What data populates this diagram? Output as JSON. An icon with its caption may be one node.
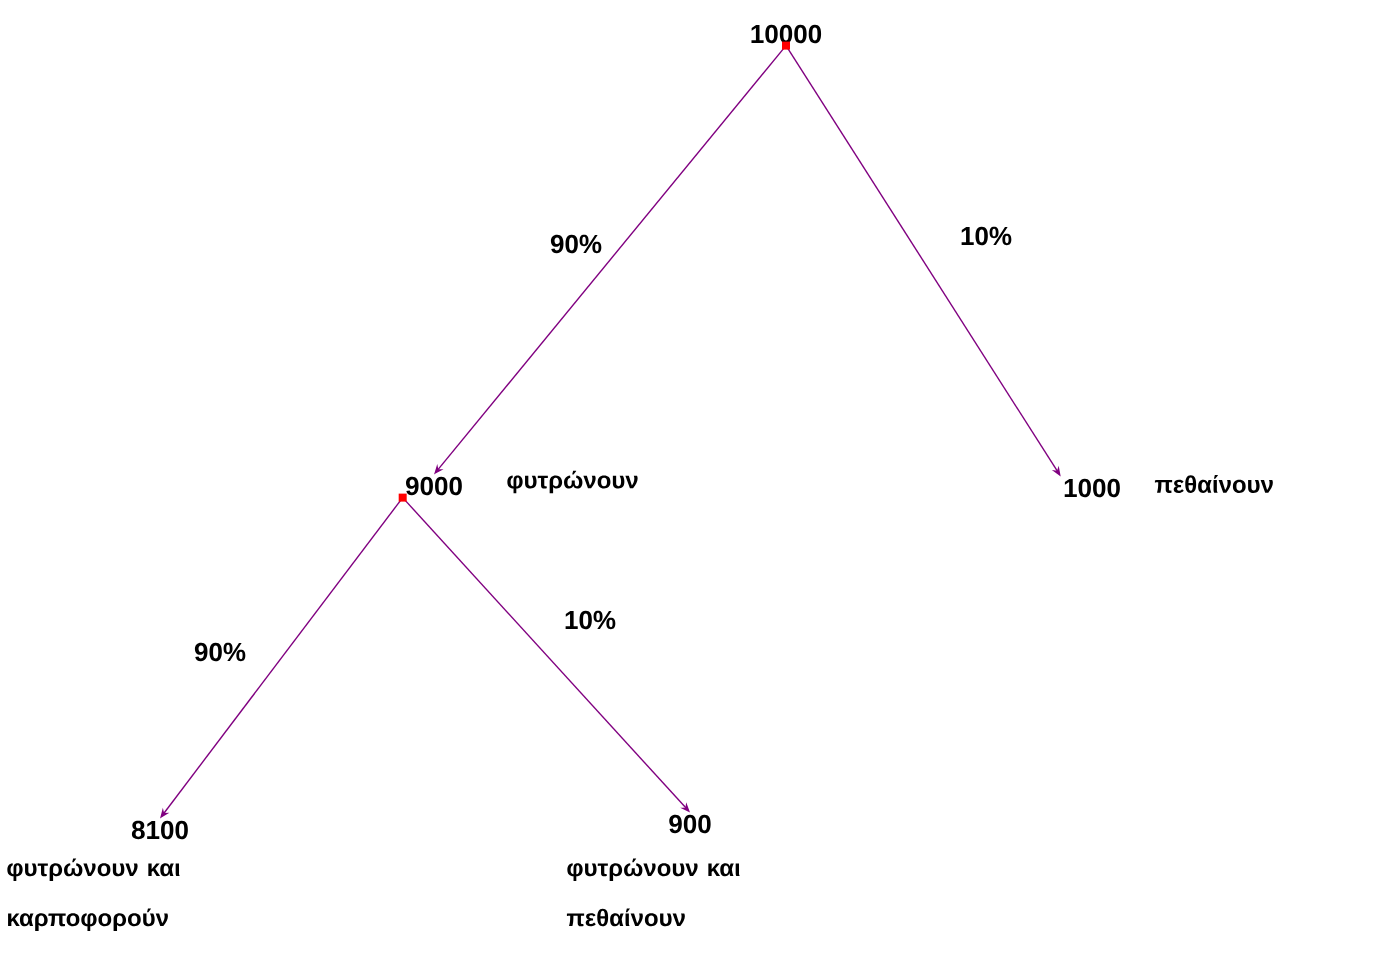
{
  "diagram": {
    "nodes": [
      {
        "text": [
          "10000"
        ]
      },
      {
        "text": [
          "9000"
        ],
        "beside": [
          "φυτρώνουν"
        ]
      },
      {
        "text": [
          "1000"
        ],
        "beside": [
          "πεθαίνουν"
        ]
      },
      {
        "text": [
          "8100"
        ],
        "beside": [
          "φυτρώνουν και καρποφορούν"
        ]
      },
      {
        "text": [
          "900"
        ],
        "beside": [
          "φυτρώνουν και πεθαίνουν"
        ]
      }
    ],
    "edges": [
      {
        "from": 0,
        "to": 1,
        "arrow": "to",
        "label": "90%"
      },
      {
        "from": 0,
        "to": 2,
        "arrow": "to",
        "label": "10%"
      },
      {
        "from": 1,
        "to": 3,
        "arrow": "to",
        "label": "90%"
      },
      {
        "from": 1,
        "to": 4,
        "arrow": "to",
        "label": "10%"
      }
    ]
  }
}
